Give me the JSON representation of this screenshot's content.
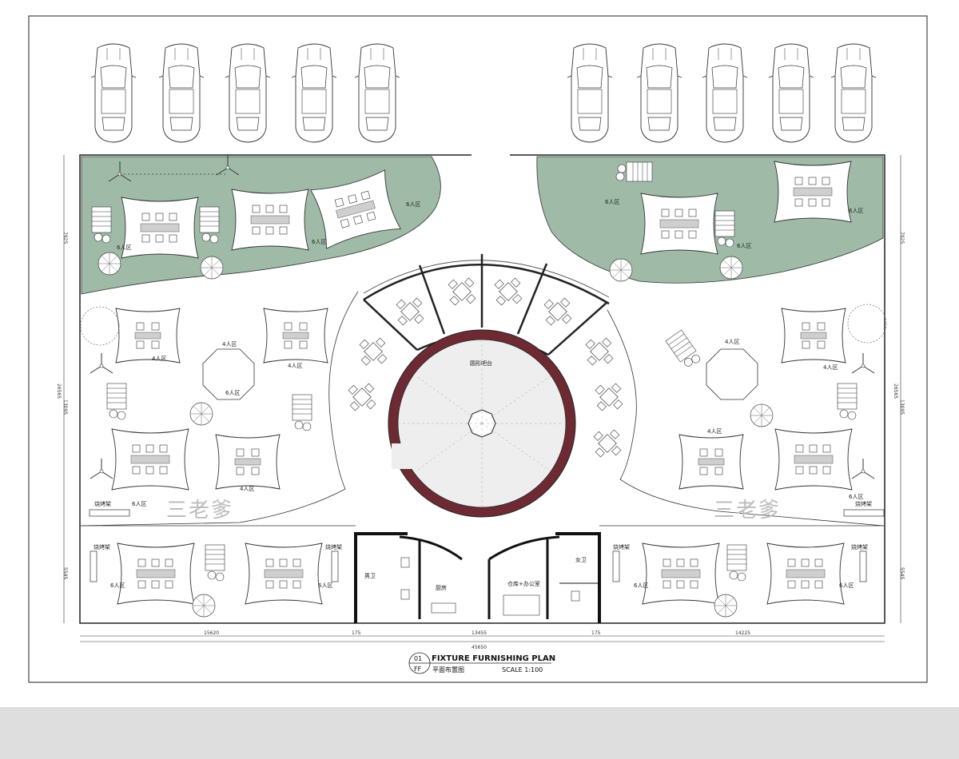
{
  "title_block": {
    "drawing_no_top": "01",
    "drawing_no_bottom": "FF",
    "title": "FIXTURE FURNISHING PLAN",
    "subtitle": "平面布置图",
    "scale": "SCALE 1:100"
  },
  "labels": {
    "bar": "圆形吧台",
    "six_seat": "6人区",
    "four_seat": "4人区",
    "bbq_rack": "烧烤架",
    "mens_wc": "男卫",
    "womens_wc": "女卫",
    "kitchen": "厨房",
    "storage_office": "仓库+办公室",
    "watermark": "三老爹"
  },
  "dimensions": {
    "bottom_left": "15620",
    "bottom_gap_left": "175",
    "bottom_mid": "13455",
    "bottom_gap_right": "175",
    "bottom_right": "14225",
    "bottom_total": "45650",
    "side_top": "7925",
    "side_mid": "13095",
    "side_total": "26565",
    "side_bottom": "5545"
  },
  "colors": {
    "lawn": "#9fbba8",
    "bar_counter": "#6e2a33",
    "paper": "#ffffff",
    "background": "#dedede"
  }
}
